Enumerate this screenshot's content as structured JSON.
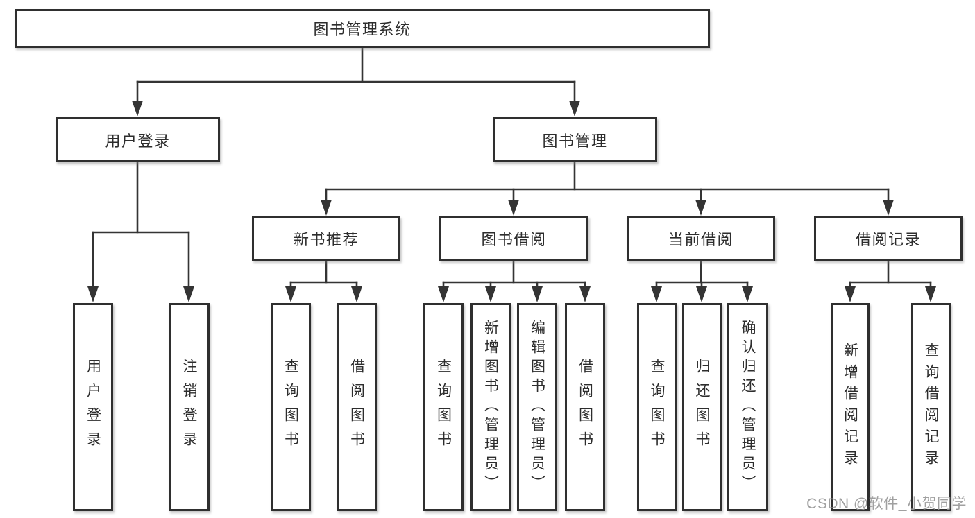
{
  "diagram_title": "图书管理系统",
  "nodes": [
    {
      "id": "root",
      "label": "图书管理系统",
      "level": 1,
      "parent": null
    },
    {
      "id": "user-login",
      "label": "用户登录",
      "level": 2,
      "parent": "root"
    },
    {
      "id": "book-management",
      "label": "图书管理",
      "level": 2,
      "parent": "root"
    },
    {
      "id": "new-book-recommend",
      "label": "新书推荐",
      "level": 3,
      "parent": "book-management"
    },
    {
      "id": "book-borrowing",
      "label": "图书借阅",
      "level": 3,
      "parent": "book-management"
    },
    {
      "id": "current-borrowing",
      "label": "当前借阅",
      "level": 3,
      "parent": "book-management"
    },
    {
      "id": "borrowing-records",
      "label": "借阅记录",
      "level": 3,
      "parent": "book-management"
    },
    {
      "id": "user-login-leaf",
      "label": "用户登录",
      "level": 4,
      "parent": "user-login"
    },
    {
      "id": "logout",
      "label": "注销登录",
      "level": 4,
      "parent": "user-login"
    },
    {
      "id": "query-books-recommend",
      "label": "查询图书",
      "level": 4,
      "parent": "new-book-recommend"
    },
    {
      "id": "borrow-books-recommend",
      "label": "借阅图书",
      "level": 4,
      "parent": "new-book-recommend"
    },
    {
      "id": "query-books-borrowing",
      "label": "查询图书",
      "level": 4,
      "parent": "book-borrowing"
    },
    {
      "id": "add-books-admin",
      "label": "新增图书（管理员）",
      "level": 4,
      "parent": "book-borrowing"
    },
    {
      "id": "edit-books-admin",
      "label": "编辑图书（管理员）",
      "level": 4,
      "parent": "book-borrowing"
    },
    {
      "id": "borrow-books-borrowing",
      "label": "借阅图书",
      "level": 4,
      "parent": "book-borrowing"
    },
    {
      "id": "query-books-current",
      "label": "查询图书",
      "level": 4,
      "parent": "current-borrowing"
    },
    {
      "id": "return-books",
      "label": "归还图书",
      "level": 4,
      "parent": "current-borrowing"
    },
    {
      "id": "confirm-return-admin",
      "label": "确认归还（管理员）",
      "level": 4,
      "parent": "current-borrowing"
    },
    {
      "id": "add-borrow-record",
      "label": "新增借阅记录",
      "level": 4,
      "parent": "borrowing-records"
    },
    {
      "id": "query-borrow-record",
      "label": "查询借阅记录",
      "level": 4,
      "parent": "borrowing-records"
    }
  ],
  "watermark": {
    "text": "CSDN @软件_小贺同学"
  },
  "colors": {
    "line": "#343434",
    "box_border": "#2f2f2f",
    "box_fill": "#ffffff",
    "text": "#2d2d2d",
    "watermark": "#989898"
  }
}
